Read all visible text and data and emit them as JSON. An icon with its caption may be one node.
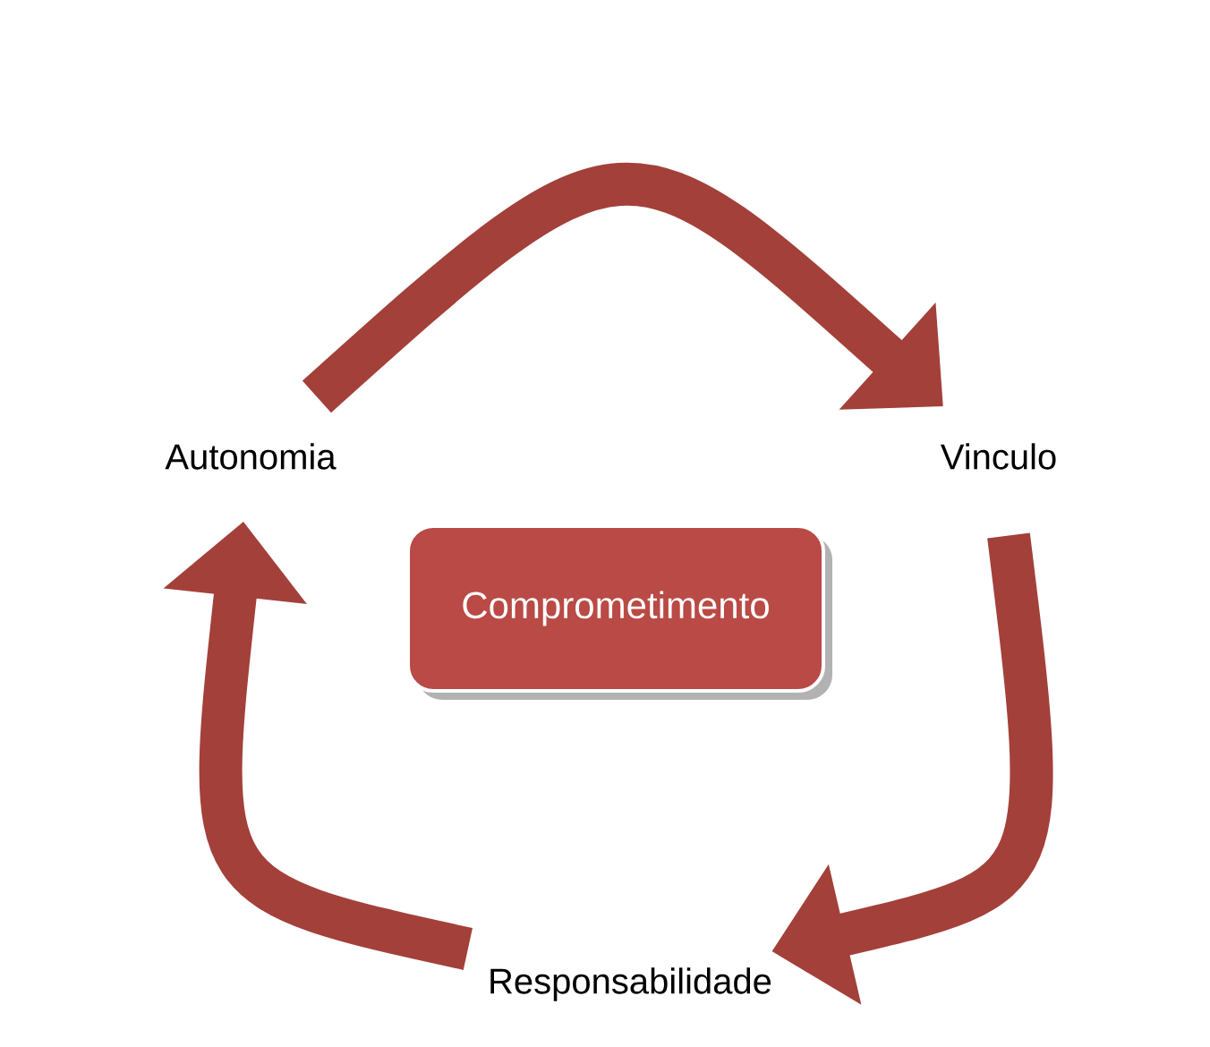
{
  "diagram": {
    "nodes": [
      {
        "text": [
          "Autonomia"
        ]
      },
      {
        "text": [
          "Vinculo"
        ]
      },
      {
        "text": [
          "Responsabilidade"
        ]
      },
      {
        "text": [
          "Comprometimento"
        ]
      }
    ],
    "edges": [
      {
        "from": 0,
        "to": 1,
        "arrow": "to"
      },
      {
        "from": 1,
        "to": 2,
        "arrow": "to"
      },
      {
        "from": 2,
        "to": 0,
        "arrow": "to"
      }
    ]
  }
}
